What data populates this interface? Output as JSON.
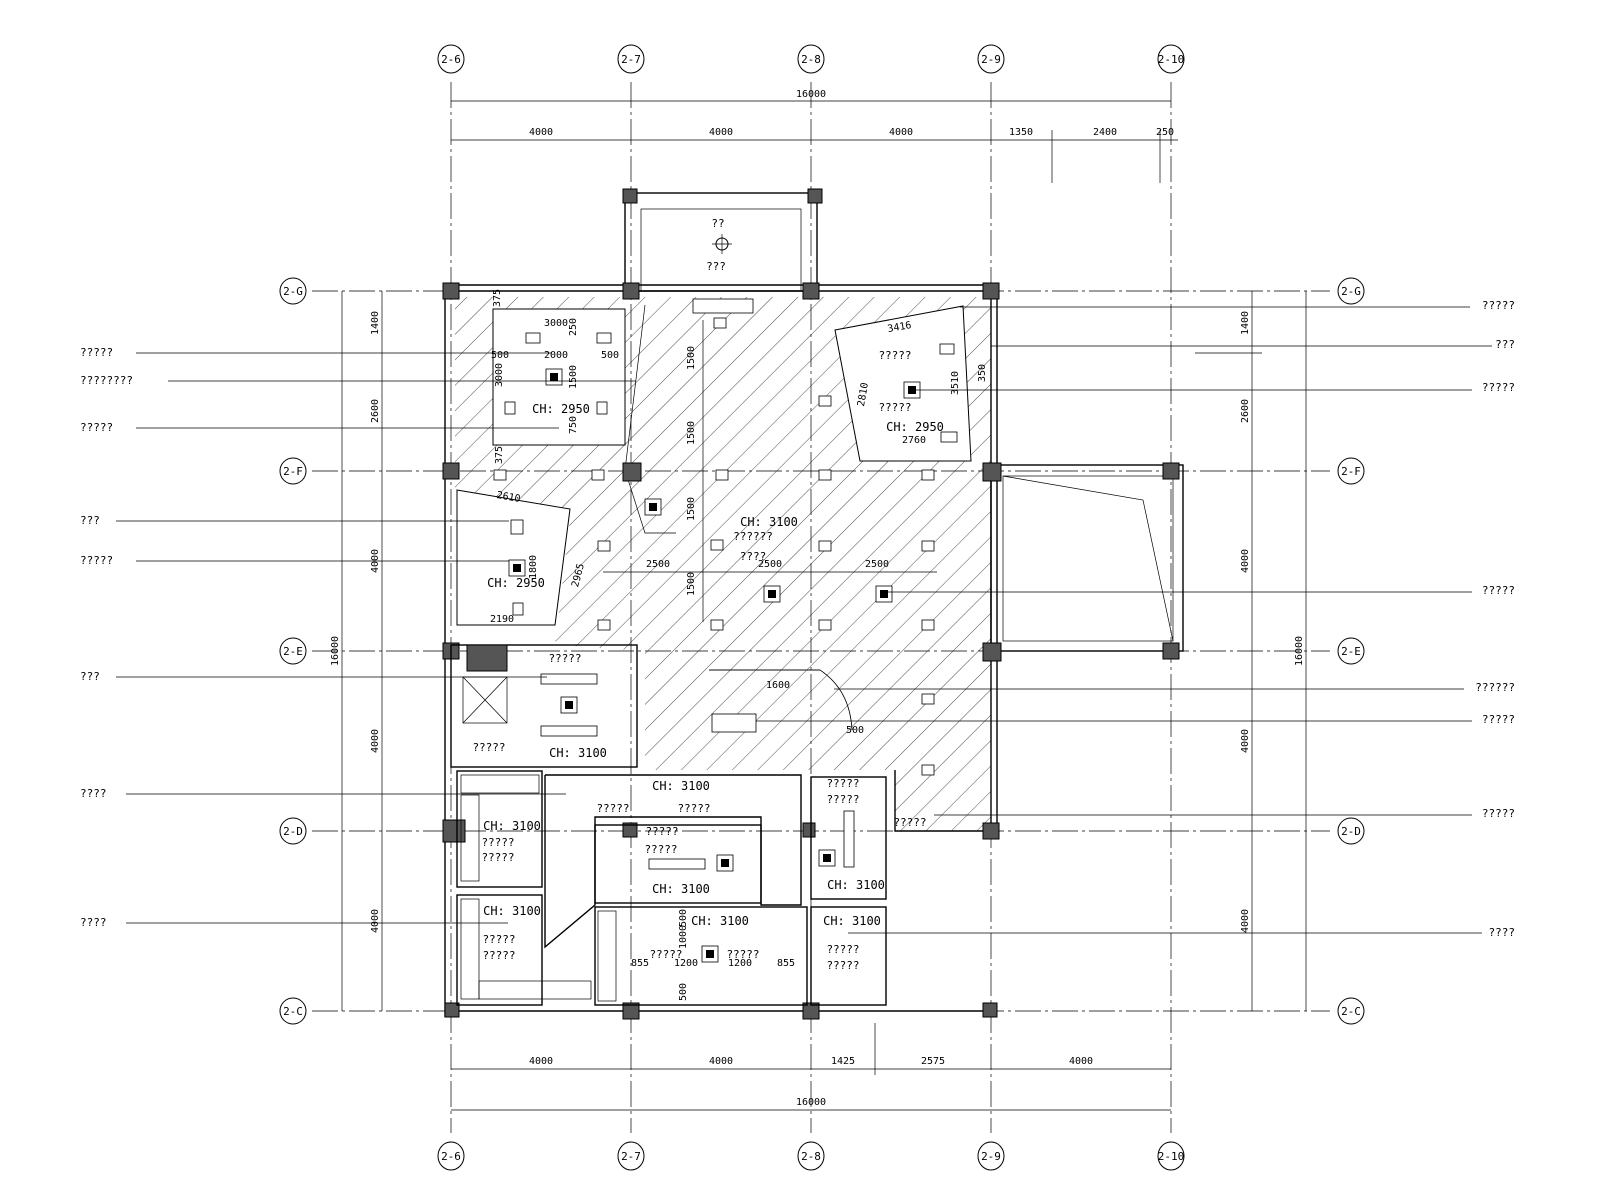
{
  "grid": {
    "top_bottom": [
      "2-6",
      "2-7",
      "2-8",
      "2-9",
      "2-10"
    ],
    "left_right": [
      "2-G",
      "2-F",
      "2-E",
      "2-D",
      "2-C"
    ]
  },
  "dims": {
    "top_total": "16000",
    "top_segments": [
      "4000",
      "4000",
      "4000",
      "1350",
      "2400",
      "250"
    ],
    "bottom_segments": [
      "4000",
      "4000",
      "1425",
      "2575",
      "4000"
    ],
    "bottom_total": "16000",
    "left_segments": [
      "1400",
      "2600",
      "4000",
      "4000",
      "4000"
    ],
    "left_total": "16000",
    "right_segments": [
      "1400",
      "2600",
      "4000",
      "4000",
      "4000"
    ],
    "right_total": "16000",
    "inner": {
      "d3000": "3000",
      "d250": "250",
      "d500a": "500",
      "d2000": "2000",
      "d500b": "500",
      "d3000v": "3000",
      "d1500v": "1500",
      "d750": "750",
      "d375": "375",
      "d2610": "2610",
      "d1800": "1800",
      "d2190": "2190",
      "d2965": "2965",
      "d1500a": "1500",
      "d1500b": "1500",
      "d1500c": "1500",
      "d1500d": "1500",
      "d2500a": "2500",
      "d2500b": "2500",
      "d2500c": "2500",
      "d3416": "3416",
      "d2810": "2810",
      "d3510": "3510",
      "d350": "350",
      "d2760": "2760",
      "d1600": "1600",
      "d500c": "500",
      "d1000": "1000",
      "d500d": "500",
      "d500e": "500",
      "d855a": "855",
      "d1200a": "1200",
      "d1200b": "1200",
      "d855b": "855"
    }
  },
  "ceiling_heights": {
    "ch1": "CH: 2950",
    "ch2": "CH: 2950",
    "ch3": "CH: 2950",
    "ch4": "CH: 3100",
    "ch5": "CH: 3100",
    "ch6": "CH: 3100",
    "ch7": "CH: 3100",
    "ch8": "CH: 3100",
    "ch9": "CH: 3100",
    "ch10": "CH: 3100",
    "ch11": "CH: 3100",
    "ch12": "CH: 3100"
  },
  "room_labels": {
    "balcony_top_a": "??",
    "balcony_top_b": "???",
    "r_right_a": "?????",
    "r_right_b": "?????",
    "r_mid_a": "??????",
    "r_mid_b": "????",
    "r_left_a": "?????",
    "r_left_b": "?????",
    "r_bath_a": "?????",
    "r_bath_b": "?????",
    "r_kit_a": "?????",
    "r_kit_b": "?????",
    "r_d_a": "?????",
    "r_d_b": "?????",
    "r_d_c": "?????",
    "r_d_d": "?????",
    "r_d_e": "?????",
    "r_c_a": "?????",
    "r_c_b": "?????",
    "r_c_c": "?????",
    "r_c_d": "?????",
    "r_c_e": "?????",
    "r_c_f": "?????"
  },
  "left_callouts": [
    "?????",
    "????????",
    "?????",
    "???",
    "?????",
    "???",
    "????",
    "????"
  ],
  "right_callouts": [
    "?????",
    "???",
    "?????",
    "?????",
    "??????",
    "?????",
    "?????",
    "????"
  ]
}
